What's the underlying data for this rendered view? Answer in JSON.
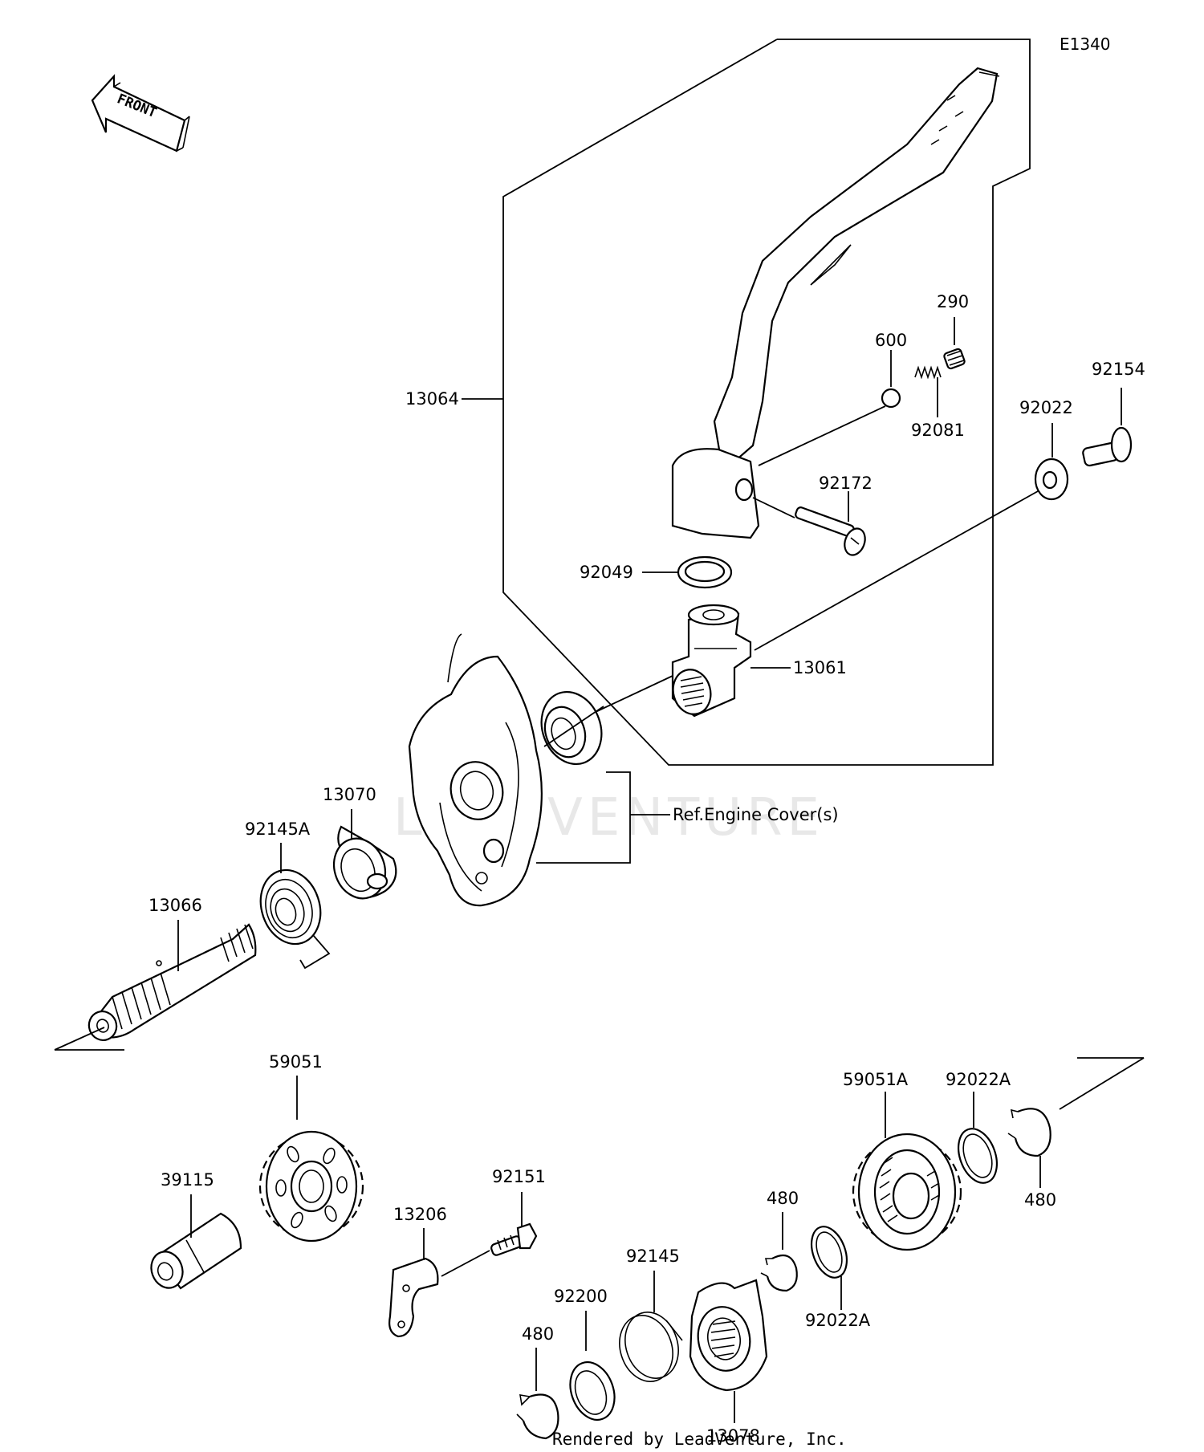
{
  "diagram_code": "E1340",
  "front_label": "FRONT",
  "ref_label": "Ref.Engine Cover(s)",
  "footer": "Rendered by LeadVenture, Inc.",
  "watermark": "LEADVENTURE",
  "parts": {
    "p13064": "13064",
    "p290": "290",
    "p600": "600",
    "p92081": "92081",
    "p92154": "92154",
    "p92022": "92022",
    "p92172": "92172",
    "p92049": "92049",
    "p13061": "13061",
    "p13070": "13070",
    "p92145A": "92145A",
    "p13066": "13066",
    "p59051": "59051",
    "p39115": "39115",
    "p92151": "92151",
    "p13206": "13206",
    "p92145": "92145",
    "p92200": "92200",
    "p480a": "480",
    "p13078": "13078",
    "p480b": "480",
    "p92022A_low": "92022A",
    "p59051A": "59051A",
    "p92022A_top": "92022A",
    "p480c": "480"
  }
}
